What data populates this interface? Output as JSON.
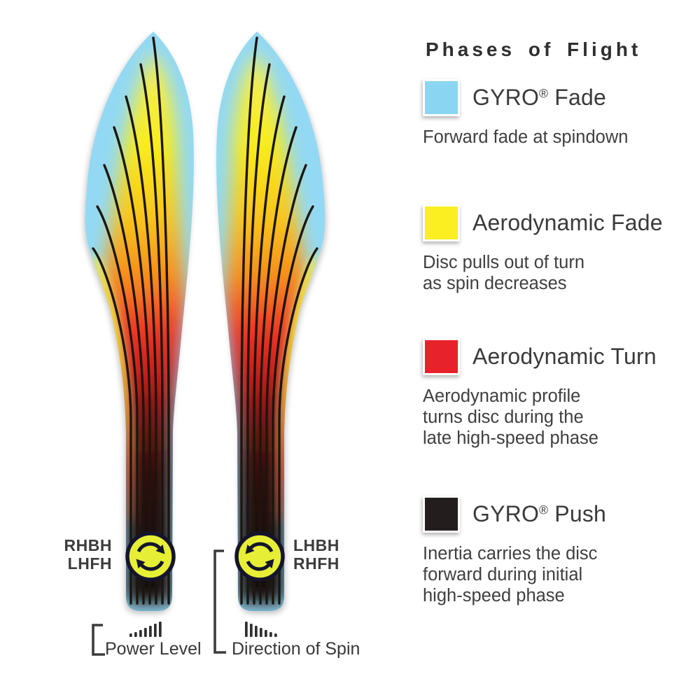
{
  "legend": {
    "title": "Phases of Flight",
    "entries": [
      {
        "label": "GYRO® Fade",
        "label_pre": "GYRO",
        "label_reg": "®",
        "label_post": " Fade",
        "color": "#8ad5f1",
        "description": "Forward fade at spindown"
      },
      {
        "label": "Aerodynamic Fade",
        "label_pre": "Aerodynamic Fade",
        "label_reg": "",
        "label_post": "",
        "color": "#fbee21",
        "description": "Disc pulls out of turn\nas spin decreases"
      },
      {
        "label": "Aerodynamic Turn",
        "label_pre": "Aerodynamic Turn",
        "label_reg": "",
        "label_post": "",
        "color": "#e8222b",
        "description": "Aerodynamic profile\nturns disc during the\nlate high-speed phase"
      },
      {
        "label": "GYRO® Push",
        "label_pre": "GYRO",
        "label_reg": "®",
        "label_post": " Push",
        "color": "#241d1e",
        "description": "Inertia carries the disc\nforward during initial\nhigh-speed phase"
      }
    ]
  },
  "diagram": {
    "left_disc": {
      "throw_types": "RHBH\nLHFH",
      "spin_icon": "clockwise-arrows-icon"
    },
    "right_disc": {
      "throw_types": "LHBH\nRHFH",
      "spin_icon": "counterclockwise-arrows-icon"
    },
    "power_level_label": "Power Level",
    "direction_of_spin_label": "Direction of Spin"
  },
  "colors": {
    "flight_blue": "#93d9f4",
    "flight_yellow": "#f8ed1e",
    "flight_orange": "#f68b1f",
    "flight_red": "#ee3424",
    "flight_dark": "#140808",
    "spin_icon_yellow": "#e6ef35",
    "text": "#3c3c3c"
  }
}
